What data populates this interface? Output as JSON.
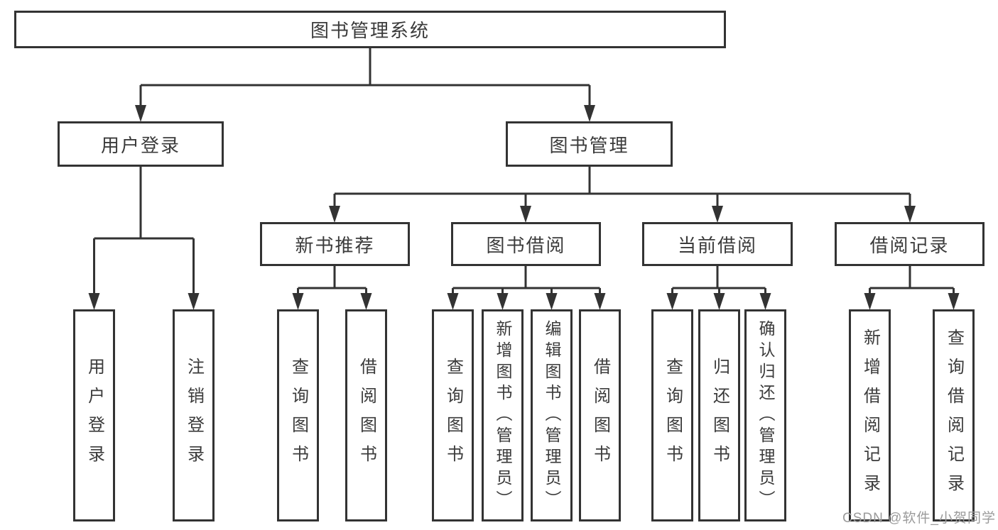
{
  "page": {
    "background": "#ffffff",
    "watermark": "CSDN @软件_小贺同学"
  },
  "colors": {
    "line": "#333333",
    "border": "#333333",
    "text": "#3b3b3b",
    "box_background": "#ffffff",
    "watermark": "#9b9b9b"
  },
  "tree": {
    "root": {
      "label": "图书管理系统"
    },
    "branches": [
      {
        "label": "用户登录",
        "children": [
          {
            "label": "用户登录"
          },
          {
            "label": "注销登录"
          }
        ]
      },
      {
        "label": "图书管理",
        "children": [
          {
            "label": "新书推荐",
            "children": [
              {
                "label": "查询图书"
              },
              {
                "label": "借阅图书"
              }
            ]
          },
          {
            "label": "图书借阅",
            "children": [
              {
                "label": "查询图书"
              },
              {
                "label": "新增图书（管理员）"
              },
              {
                "label": "编辑图书（管理员）"
              },
              {
                "label": "借阅图书"
              }
            ]
          },
          {
            "label": "当前借阅",
            "children": [
              {
                "label": "查询图书"
              },
              {
                "label": "归还图书"
              },
              {
                "label": "确认归还（管理员）"
              }
            ]
          },
          {
            "label": "借阅记录",
            "children": [
              {
                "label": "新增借阅记录"
              },
              {
                "label": "查询借阅记录"
              }
            ]
          }
        ]
      }
    ]
  }
}
